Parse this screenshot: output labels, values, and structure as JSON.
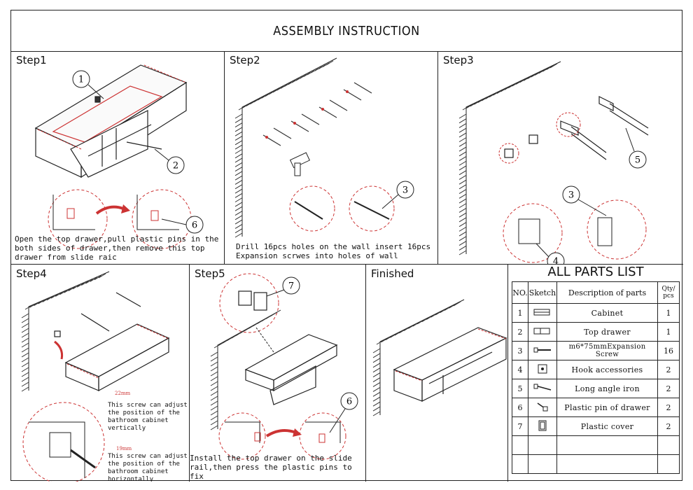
{
  "title": "ASSEMBLY INSTRUCTION",
  "steps": {
    "step1": {
      "label": "Step1",
      "caption": "Open the top drawer,pull plastic pins in the\nboth sides of drawer,then remove this top\ndrawer from slide raic"
    },
    "step2": {
      "label": "Step2",
      "caption": "Drill 16pcs holes on the wall insert 16pcs\nExpansion scrwes into holes of wall"
    },
    "step3": {
      "label": "Step3"
    },
    "step4": {
      "label": "Step4",
      "note1": "This screw can adjust\nthe position of the\nbathroom cabinet\nvertically",
      "note2": "This screw can adjust\nthe position of the\nbathroom cabinet\nhorizontally",
      "dim1": "22mm",
      "dim2": "19mm"
    },
    "step5": {
      "label": "Step5",
      "caption": "Install the top drawer on the slide\nrail,then press the plastic pins to fix\nin between"
    },
    "finished": {
      "label": "Finished"
    }
  },
  "callouts": {
    "c1": "1",
    "c2": "2",
    "c3": "3",
    "c4": "4",
    "c5": "5",
    "c6": "6",
    "c7": "7"
  },
  "parts_list": {
    "title": "ALL PARTS LIST",
    "headers": {
      "no": "NO.",
      "sketch": "Sketch",
      "desc": "Description of parts",
      "qty": "Qty/\npcs"
    },
    "rows": [
      {
        "no": "1",
        "desc": "Cabinet",
        "qty": "1",
        "icon": "cabinet-icon"
      },
      {
        "no": "2",
        "desc": "Top drawer",
        "qty": "1",
        "icon": "drawer-icon"
      },
      {
        "no": "3",
        "desc": "m6*75mmExpansion Screw",
        "qty": "16",
        "icon": "screw-icon"
      },
      {
        "no": "4",
        "desc": "Hook accessories",
        "qty": "2",
        "icon": "hook-icon"
      },
      {
        "no": "5",
        "desc": "Long angle iron",
        "qty": "2",
        "icon": "angle-iron-icon"
      },
      {
        "no": "6",
        "desc": "Plastic pin of drawer",
        "qty": "2",
        "icon": "pin-icon"
      },
      {
        "no": "7",
        "desc": "Plastic cover",
        "qty": "2",
        "icon": "cover-icon"
      }
    ]
  }
}
